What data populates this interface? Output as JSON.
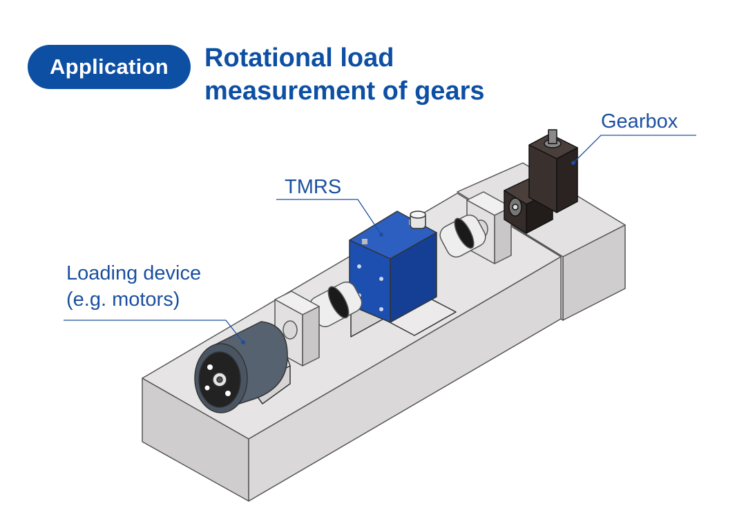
{
  "badge": {
    "label": "Application"
  },
  "title": {
    "line1": "Rotational load",
    "line2": "measurement of gears"
  },
  "labels": {
    "gearbox": "Gearbox",
    "tmrs": "TMRS",
    "loading_line1": "Loading device",
    "loading_line2": "(e.g. motors)"
  },
  "colors": {
    "accent": "#0d4fa3",
    "tmrs_blue": "#1748a8",
    "motor": "#4e5b6c",
    "gearbox": "#2a2321",
    "base": "#dcdada"
  }
}
